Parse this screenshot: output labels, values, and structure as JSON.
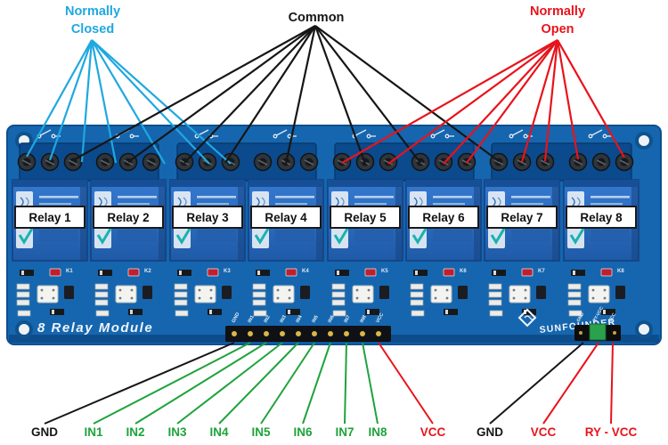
{
  "annotations": {
    "normally_closed": {
      "line1": "Normally",
      "line2": "Closed",
      "color": "#1fa8e0"
    },
    "common": {
      "label": "Common",
      "color": "#161616"
    },
    "normally_open": {
      "line1": "Normally",
      "line2": "Open",
      "color": "#e8131b"
    }
  },
  "board": {
    "module_title": "8 Relay Module",
    "brand": "SUNFOUNDER",
    "relays": [
      "Relay 1",
      "Relay 2",
      "Relay 3",
      "Relay 4",
      "Relay 5",
      "Relay 6",
      "Relay 7",
      "Relay 8"
    ],
    "relay_refs": [
      "K1",
      "K2",
      "K3",
      "K4",
      "K5",
      "K6",
      "K7",
      "K8"
    ],
    "header_pins": [
      "GND",
      "IN1",
      "IN2",
      "IN3",
      "IN4",
      "IN5",
      "IN6",
      "IN7",
      "IN8",
      "VCC"
    ],
    "jumper_pins": [
      "GND",
      "RY-VCC",
      "VCC"
    ]
  },
  "pin_labels": {
    "gnd_left": "GND",
    "inputs": [
      "IN1",
      "IN2",
      "IN3",
      "IN4",
      "IN5",
      "IN6",
      "IN7",
      "IN8"
    ],
    "vcc_left": "VCC",
    "gnd_right": "GND",
    "vcc_right": "VCC",
    "ry_vcc": "RY - VCC",
    "input_color": "#1ea33c",
    "vcc_color": "#e8131b",
    "gnd_color": "#161616"
  }
}
